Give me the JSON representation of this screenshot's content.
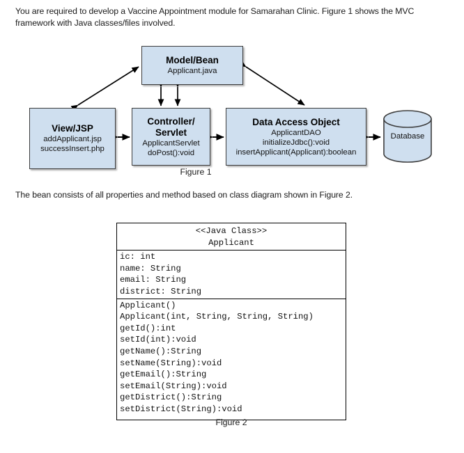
{
  "document": {
    "intro_paragraph": "You are required to develop a Vaccine Appointment module for Samarahan Clinic. Figure 1 shows the MVC framework with Java classes/files involved.",
    "bean_paragraph": "The bean consists of all properties and method based on class diagram shown in Figure 2."
  },
  "figure1": {
    "caption": "Figure 1",
    "node_fill_color": "#cfdfef",
    "node_border_color": "#3c3c3c",
    "nodes": {
      "model": {
        "title": "Model/Bean",
        "lines": [
          "Applicant.java"
        ]
      },
      "view": {
        "title": "View/JSP",
        "lines": [
          "addApplicant.jsp",
          "successInsert.php"
        ]
      },
      "controller": {
        "title": "Controller/",
        "title2": "Servlet",
        "lines": [
          "ApplicantServlet",
          "doPost():void"
        ]
      },
      "dao": {
        "title": "Data Access Object",
        "lines": [
          "ApplicantDAO",
          "initializeJdbc():void",
          "insertApplicant(Applicant):boolean"
        ]
      },
      "database": {
        "label": "Database"
      }
    }
  },
  "figure2": {
    "caption": "Figure 2",
    "class_stereotype": "<<Java Class>>",
    "class_name": "Applicant",
    "fields": [
      "ic: int",
      "name: String",
      "email: String",
      "district: String"
    ],
    "methods": [
      "Applicant()",
      "Applicant(int, String, String, String)",
      "getId():int",
      "setId(int):void",
      "getName():String",
      "setName(String):void",
      "getEmail():String",
      "setEmail(String):void",
      "getDistrict():String",
      "setDistrict(String):void"
    ]
  }
}
